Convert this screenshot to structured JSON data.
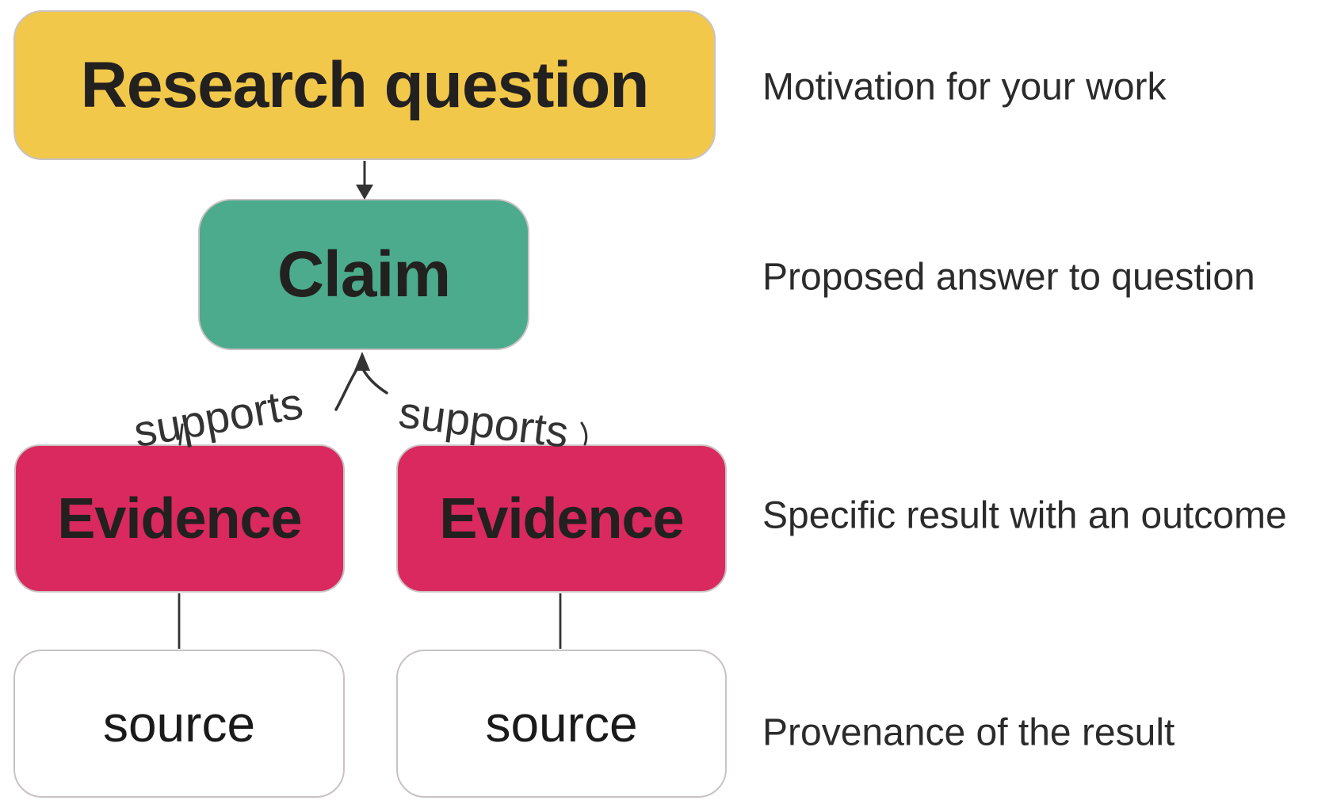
{
  "diagram": {
    "nodes": [
      {
        "id": "research-question",
        "label": "Research question",
        "bg": "#F2C84B"
      },
      {
        "id": "claim",
        "label": "Claim",
        "bg": "#4BAB8C"
      },
      {
        "id": "evidence-1",
        "label": "Evidence",
        "bg": "#D9295F"
      },
      {
        "id": "evidence-2",
        "label": "Evidence",
        "bg": "#D9295F"
      },
      {
        "id": "source-1",
        "label": "source",
        "bg": "#FFFFFF"
      },
      {
        "id": "source-2",
        "label": "source",
        "bg": "#FFFFFF"
      }
    ],
    "edges": [
      {
        "id": "rq-to-claim",
        "label": ""
      },
      {
        "id": "evidence1-to-claim",
        "label": "supports"
      },
      {
        "id": "evidence2-to-claim",
        "label": "supports"
      },
      {
        "id": "evidence1-to-source1",
        "label": ""
      },
      {
        "id": "evidence2-to-source2",
        "label": ""
      }
    ],
    "annotations": [
      {
        "id": "research-question-note",
        "text": "Motivation for your work"
      },
      {
        "id": "claim-note",
        "text": "Proposed answer to question"
      },
      {
        "id": "evidence-note",
        "text": "Specific result with an outcome"
      },
      {
        "id": "source-note",
        "text": "Provenance of the result"
      }
    ],
    "colors": {
      "yellow": "#F2C84B",
      "green": "#4BAB8C",
      "pink": "#D9295F",
      "node_border": "#C9C2C2",
      "arrow": "#333333",
      "text_dark": "#232020",
      "annotation_text": "#2B2B2B"
    }
  }
}
